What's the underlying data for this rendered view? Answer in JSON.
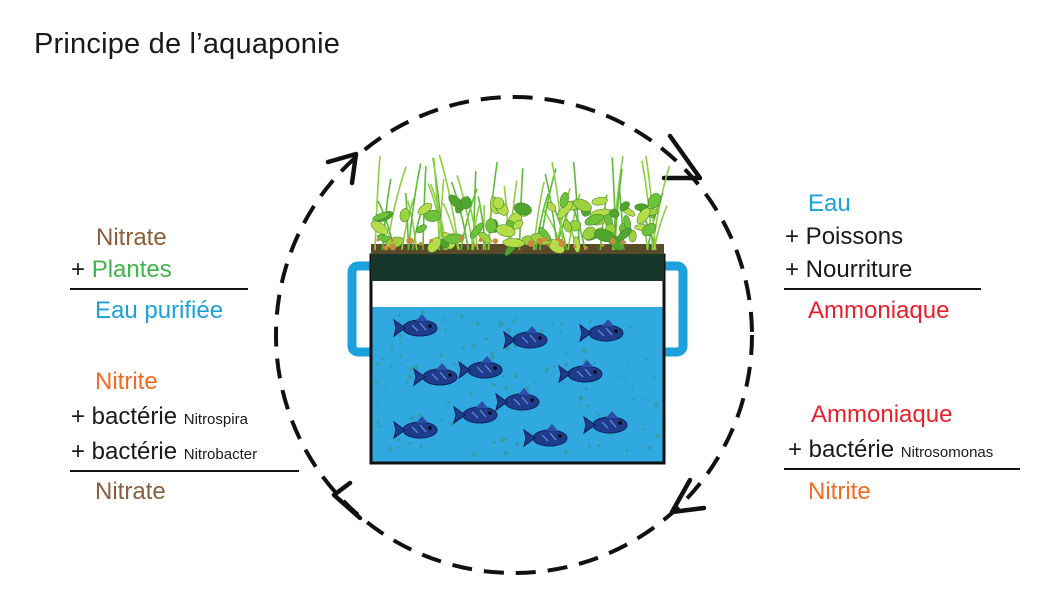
{
  "title": "Principe de l’aquaponie",
  "colors": {
    "nitrate": "#8B5E3C",
    "plants": "#3DB54A",
    "water": "#1BA1DC",
    "ammonia": "#E8202A",
    "nitrite": "#F26B22",
    "text": "#1a1a1a"
  },
  "left_top": {
    "line1": "Nitrate",
    "line2_prefix": "+ ",
    "line2": "Plantes",
    "result": "Eau purifiée"
  },
  "left_bottom": {
    "line1": "Nitrite",
    "line2_main": "+ bactérie ",
    "line2_small": "Nitrospira",
    "line3_main": "+ bactérie ",
    "line3_small": "Nitrobacter",
    "result": "Nitrate"
  },
  "right_top": {
    "line1": "Eau",
    "line2": "+ Poissons",
    "line3": "+ Nourriture",
    "result": "Ammoniaque"
  },
  "right_bottom": {
    "line1": "Ammoniaque",
    "line2_main": "+ bactérie ",
    "line2_small": "Nitrosomonas",
    "result": "Nitrite"
  }
}
